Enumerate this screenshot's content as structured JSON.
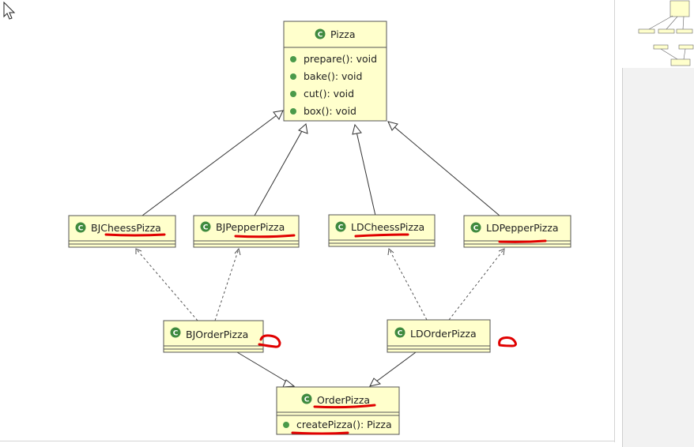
{
  "diagram": {
    "classes": {
      "pizza": {
        "name": "Pizza",
        "methods": [
          "prepare(): void",
          "bake(): void",
          "cut(): void",
          "box(): void"
        ]
      },
      "bj_cheess": {
        "name": "BJCheessPizza"
      },
      "bj_pepper": {
        "name": "BJPepperPizza"
      },
      "ld_cheess": {
        "name": "LDCheessPizza"
      },
      "ld_pepper": {
        "name": "LDPepperPizza"
      },
      "bj_order": {
        "name": "BJOrderPizza"
      },
      "ld_order": {
        "name": "LDOrderPizza"
      },
      "order": {
        "name": "OrderPizza",
        "methods": [
          "createPizza(): Pizza"
        ]
      }
    },
    "class_icon_letter": "C",
    "colors": {
      "box_fill": "#ffffcc",
      "icon": "#3f8a3f",
      "annotation": "#e00000"
    }
  }
}
